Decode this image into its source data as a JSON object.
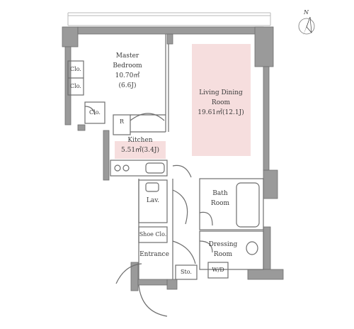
{
  "compass": {
    "letter": "N"
  },
  "rooms": {
    "master_bedroom": {
      "line1": "Master",
      "line2": "Bedroom",
      "area": "10.70㎡",
      "tatami": "(6.6J)"
    },
    "living_dining": {
      "line1": "Living Dining",
      "line2": "Room",
      "area": "19.61㎡(12.1J)"
    },
    "kitchen": {
      "name": "Kitchen",
      "area": "5.51㎡(3.4J)"
    },
    "bath": {
      "line1": "Bath",
      "line2": "Room"
    },
    "dressing": {
      "line1": "Dressing",
      "line2": "Room"
    },
    "lav": {
      "name": "Lav."
    },
    "shoe_closet": {
      "name": "Shoe Clo."
    },
    "entrance": {
      "name": "Entrance"
    },
    "storage": {
      "name": "Sto."
    },
    "washer": {
      "name": "W/D"
    },
    "fridge": {
      "name": "R"
    },
    "closet_1": {
      "name": "Clo."
    },
    "closet_2": {
      "name": "Clo."
    },
    "closet_3": {
      "name": "Clo."
    }
  },
  "colors": {
    "wall": "#9a9a9a",
    "line": "#6e6e6e",
    "highlight": "#f6dede",
    "balcony": "#b8b8b8"
  }
}
